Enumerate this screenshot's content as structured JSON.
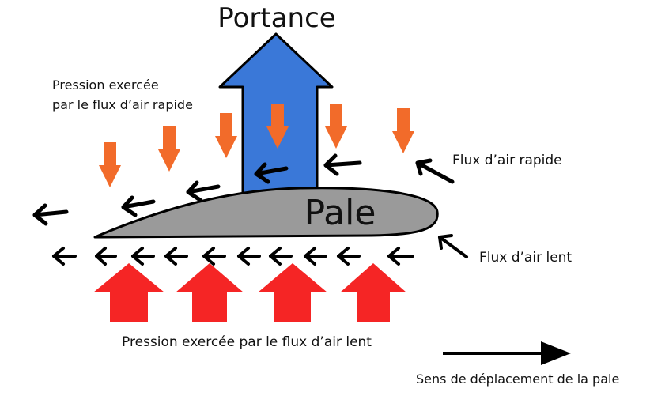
{
  "title": "Portance",
  "blade_label": "Pale",
  "labels": {
    "fast_pressure_line1": "Pression exercée",
    "fast_pressure_line2": "par le flux d’air rapide",
    "fast_flow": "Flux d’air rapide",
    "slow_flow": "Flux d’air lent",
    "slow_pressure": "Pression exercée par le flux d’air lent",
    "direction": "Sens de déplacement de la pale"
  },
  "colors": {
    "lift_arrow": "#3a78d8",
    "fast_pressure_arrow": "#f26b2a",
    "slow_pressure_arrow": "#f52525",
    "blade": "#9a9a9a",
    "flow_arrow": "#000000"
  }
}
